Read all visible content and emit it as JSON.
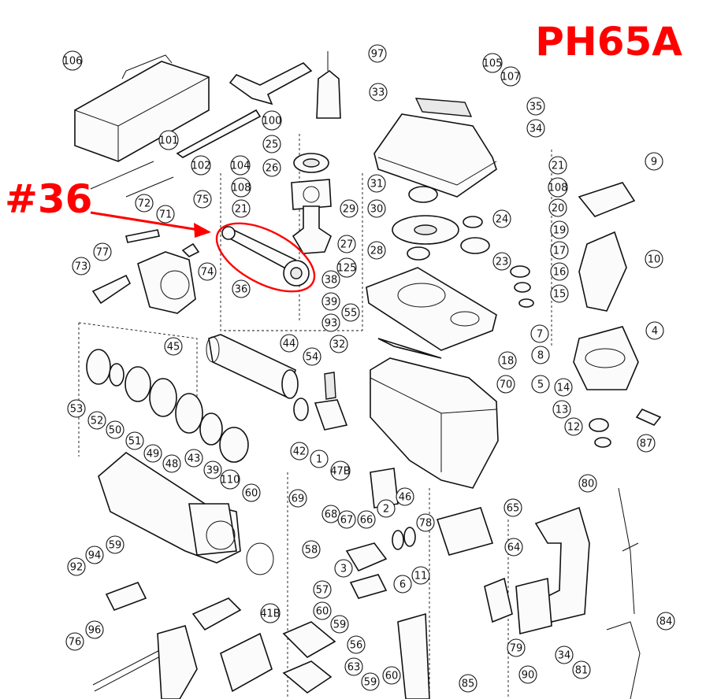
{
  "model": "PH65A",
  "callout": {
    "label": "#36",
    "color": "#ff0000"
  },
  "parts": [
    "106",
    "97",
    "105",
    "100",
    "33",
    "107",
    "35",
    "34",
    "104",
    "101",
    "102",
    "25",
    "26",
    "108",
    "21",
    "31",
    "75",
    "29",
    "30",
    "24",
    "72",
    "71",
    "28",
    "27",
    "125",
    "23",
    "77",
    "73",
    "74",
    "36",
    "38",
    "39",
    "93",
    "55",
    "32",
    "18",
    "70",
    "45",
    "44",
    "54",
    "53",
    "52",
    "50",
    "51",
    "49",
    "48",
    "43",
    "42",
    "1",
    "47B",
    "39",
    "110",
    "60",
    "69",
    "68",
    "67",
    "66",
    "2",
    "46",
    "59",
    "58",
    "3",
    "78",
    "65",
    "64",
    "6",
    "11",
    "94",
    "92",
    "57",
    "60",
    "59",
    "56",
    "76",
    "96",
    "41B",
    "63",
    "59",
    "60",
    "85",
    "79",
    "90",
    "34",
    "81",
    "84",
    "80",
    "9",
    "21",
    "108",
    "20",
    "19",
    "10",
    "17",
    "16",
    "15",
    "7",
    "8",
    "4",
    "5",
    "14",
    "13",
    "12",
    "87"
  ]
}
